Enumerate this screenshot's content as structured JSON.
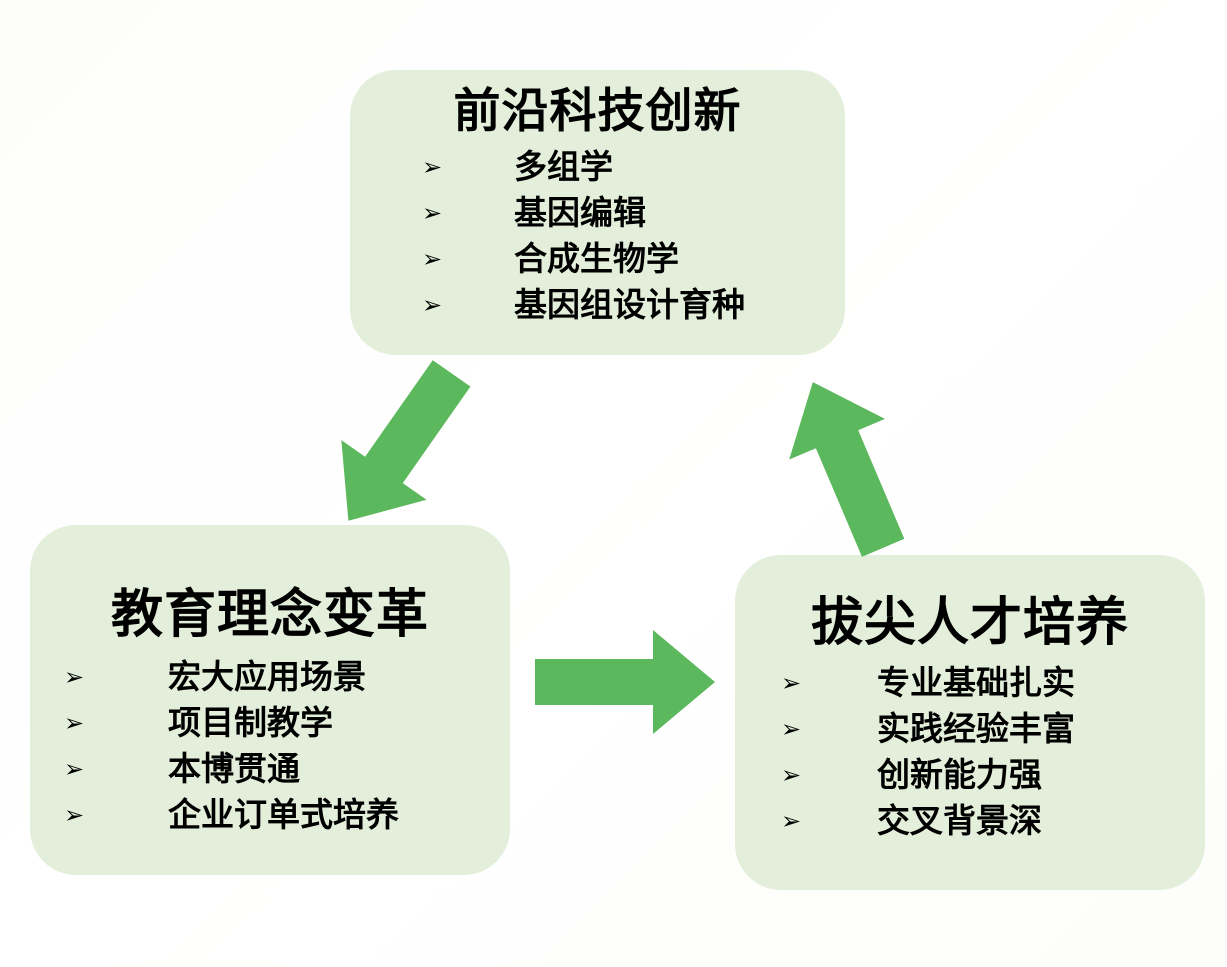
{
  "diagram": {
    "bullet_glyph": "➢",
    "colors": {
      "background": "#ffffff",
      "box_fill": "#e3efda",
      "arrow_green": "#5cb85c",
      "text": "#000000"
    },
    "boxes": [
      {
        "id": "frontier-tech",
        "title": "前沿科技创新",
        "items": [
          "多组学",
          "基因编辑",
          "合成生物学",
          "基因组设计育种"
        ]
      },
      {
        "id": "education-reform",
        "title": "教育理念变革",
        "items": [
          "宏大应用场景",
          "项目制教学",
          "本博贯通",
          "企业订单式培养"
        ]
      },
      {
        "id": "talent-cultivation",
        "title": "拔尖人才培养",
        "items": [
          "专业基础扎实",
          "实践经验丰富",
          "创新能力强",
          "交叉背景深"
        ]
      }
    ],
    "arrows": [
      {
        "name": "top-to-bottom-left",
        "direction": "down-left"
      },
      {
        "name": "bottom-left-to-bottom-right",
        "direction": "right"
      },
      {
        "name": "bottom-right-to-top",
        "direction": "up"
      }
    ]
  }
}
